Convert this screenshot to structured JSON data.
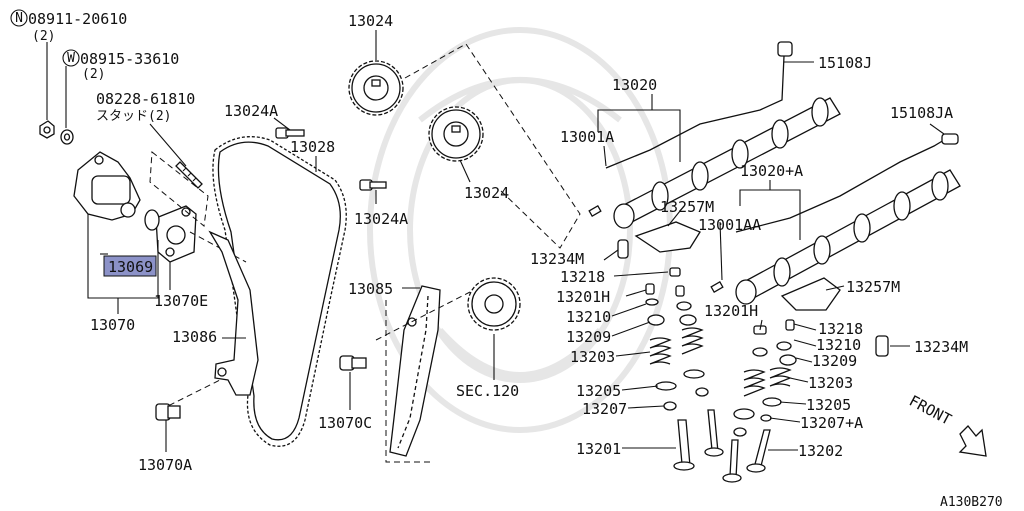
{
  "labels": {
    "n08911": "08911-20610",
    "n08911_qty": "(2)",
    "w08915": "08915-33610",
    "w08915_qty": "(2)",
    "stud": "08228-61810",
    "stud_sub": "スタッド(2)",
    "p13024a_top": "13024A",
    "p13028": "13028",
    "p13024a_mid": "13024A",
    "p13024_top": "13024",
    "p13024_bottom": "13024",
    "p13020": "13020",
    "p13001a": "13001A",
    "p15108j": "15108J",
    "p15108ja": "15108JA",
    "p13020a": "13020+A",
    "p13257m_left": "13257M",
    "p13001aa": "13001AA",
    "p13234m_left": "13234M",
    "p13218_left": "13218",
    "p13201h_left": "13201H",
    "p13210_left": "13210",
    "p13209_left": "13209",
    "p13203_left": "13203",
    "p13205_left": "13205",
    "p13207_left": "13207",
    "p13201": "13201",
    "p13069": "13069",
    "p13070e": "13070E",
    "p13070": "13070",
    "p13086": "13086",
    "p13085": "13085",
    "p13070c": "13070C",
    "p13070a": "13070A",
    "sec120": "SEC.120",
    "p13257m_right": "13257M",
    "p13201h_right": "13201H",
    "p13218_right": "13218",
    "p13210_right": "13210",
    "p13209_right": "13209",
    "p13234m_right": "13234M",
    "p13203_right": "13203",
    "p13205_right": "13205",
    "p13207a_right": "13207+A",
    "p13202": "13202",
    "front": "FRONT",
    "ref": "A130B270",
    "n_symbol": "N",
    "w_symbol": "W"
  },
  "highlight": {
    "part": "13069",
    "color": "#8c92c8"
  },
  "colors": {
    "line": "#111111",
    "watermark": "#e6e6e6"
  }
}
